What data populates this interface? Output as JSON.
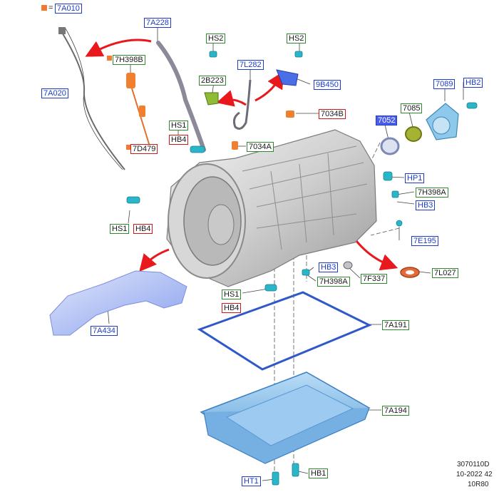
{
  "legend": {
    "symbol": "=",
    "code": "7A010"
  },
  "labels": {
    "7A228": "7A228",
    "HS2_top": "HS2",
    "HS2_right": "HS2",
    "7H398B": "7H398B",
    "7A020": "7A020",
    "2B223": "2B223",
    "7L282": "7L282",
    "9B450": "9B450",
    "7089": "7089",
    "HB2": "HB2",
    "7085": "7085",
    "7052": "7052",
    "7034B": "7034B",
    "HS1_a": "HS1",
    "HB4_a": "HB4",
    "7D479": "7D479",
    "7034A": "7034A",
    "HP1": "HP1",
    "7H398A_a": "7H398A",
    "HB3_a": "HB3",
    "HS1_b": "HS1",
    "HB4_b": "HB4",
    "7E195": "7E195",
    "HB3_b": "HB3",
    "7H398A_b": "7H398A",
    "7F337": "7F337",
    "7L027": "7L027",
    "HS1_c": "HS1",
    "HB4_c": "HB4",
    "7A434": "7A434",
    "7A191": "7A191",
    "7A194": "7A194",
    "HT1": "HT1",
    "HB1": "HB1"
  },
  "footer": {
    "line1": "3070110D",
    "line2": "10-2022 42",
    "line3": "10R80"
  },
  "colors": {
    "label_blue": "#1e3cc8",
    "label_green": "#2d8a2d",
    "label_red": "#d01818",
    "accent_orange": "#f07a32",
    "arrow_red": "#e8181c",
    "part_blue": "#4a6ee8",
    "part_teal": "#2bb5c8"
  }
}
